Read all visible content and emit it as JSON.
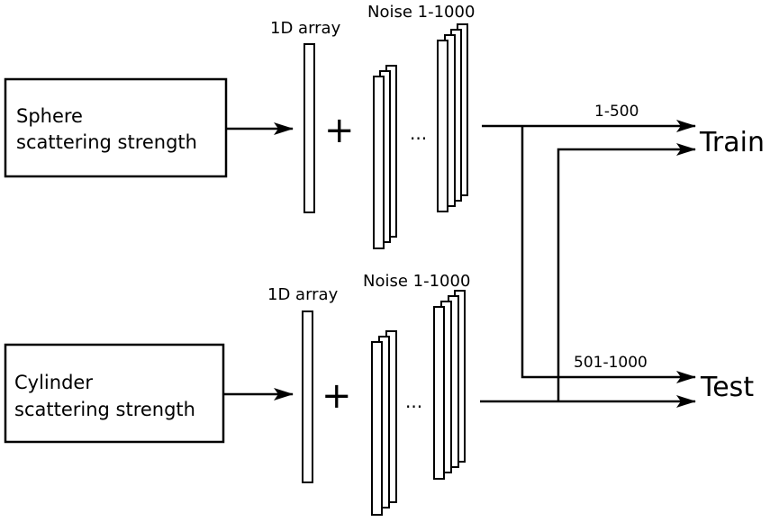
{
  "sphere": {
    "input_line1": "Sphere",
    "input_line2": "scattering strength",
    "array_label": "1D array",
    "noise_label": "Noise 1-1000"
  },
  "cylinder": {
    "input_line1": "Cylinder",
    "input_line2": "scattering strength",
    "array_label": "1D array",
    "noise_label": "Noise 1-1000"
  },
  "operator": "+",
  "ellipsis": "...",
  "range_train": "1-500",
  "range_test": "501-1000",
  "output_train": "Train",
  "output_test": "Test"
}
